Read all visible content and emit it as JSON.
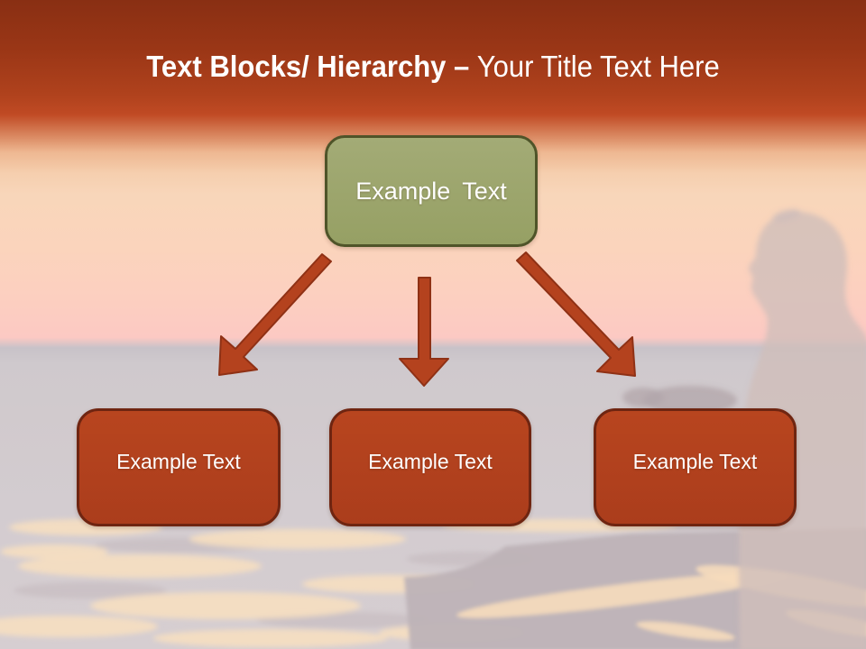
{
  "title": {
    "bold": "Text Blocks/ Hierarchy –",
    "light": "Your Title Text Here"
  },
  "hierarchy": {
    "root": {
      "label": "Example Text"
    },
    "children": [
      {
        "label": "Example Text"
      },
      {
        "label": "Example Text"
      },
      {
        "label": "Example Text"
      }
    ]
  },
  "background": {
    "description": "sunset sky over ocean with silhouette of seated woman and dock"
  },
  "colors": {
    "header_top": "#892f13",
    "header_mid": "#b0421d",
    "header_bottom": "#c04a24",
    "title_color": "#ffffff",
    "label_color": "#ffffff",
    "root_fill": "#96a064",
    "root_fill_light": "#a3ab76",
    "root_border": "#4f5429",
    "child_fill": "#b8451f",
    "child_fill_dark": "#ab3d1c",
    "child_border": "#6f2511",
    "arrow_fill": "#b4421e",
    "arrow_stroke": "#8f3115"
  }
}
